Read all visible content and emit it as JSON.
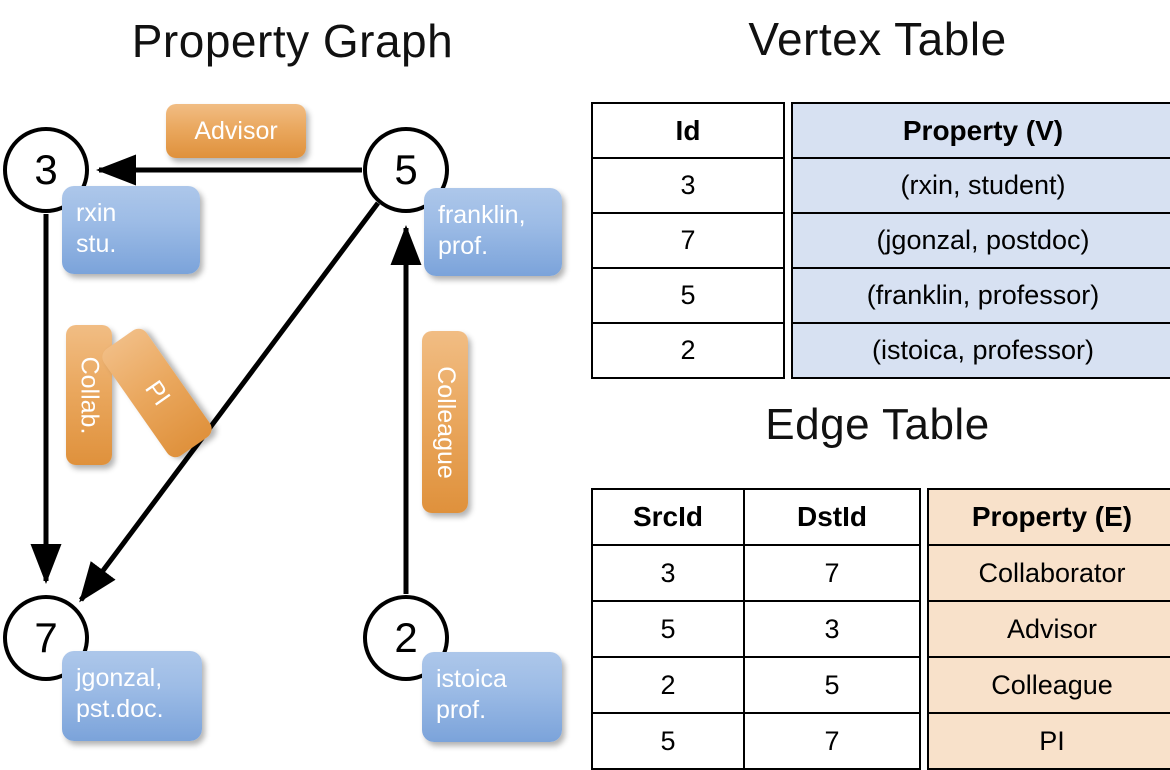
{
  "titles": {
    "property_graph": "Property Graph",
    "vertex_table": "Vertex Table",
    "edge_table": "Edge Table"
  },
  "graph": {
    "nodes": [
      {
        "id": "3",
        "name": "rxin",
        "role": "stu.",
        "label_line1": "rxin",
        "label_line2": "stu."
      },
      {
        "id": "5",
        "name": "franklin",
        "role": "prof.",
        "label_line1": "franklin,",
        "label_line2": "prof."
      },
      {
        "id": "7",
        "name": "jgonzal",
        "role": "pst.doc.",
        "label_line1": "jgonzal,",
        "label_line2": "pst.doc."
      },
      {
        "id": "2",
        "name": "istoica",
        "role": "prof.",
        "label_line1": "istoica",
        "label_line2": "prof."
      }
    ],
    "edge_labels": {
      "advisor": "Advisor",
      "collab": "Collab.",
      "pi": "PI",
      "colleague": "Colleague"
    },
    "edges": [
      {
        "src": "5",
        "dst": "3",
        "label": "Advisor"
      },
      {
        "src": "3",
        "dst": "7",
        "label": "Collab."
      },
      {
        "src": "5",
        "dst": "7",
        "label": "PI"
      },
      {
        "src": "2",
        "dst": "5",
        "label": "Colleague"
      }
    ]
  },
  "vertex_table": {
    "headers": [
      "Id",
      "Property (V)"
    ],
    "rows": [
      {
        "id": "3",
        "property": "(rxin, student)"
      },
      {
        "id": "7",
        "property": "(jgonzal, postdoc)"
      },
      {
        "id": "5",
        "property": "(franklin, professor)"
      },
      {
        "id": "2",
        "property": "(istoica, professor)"
      }
    ]
  },
  "edge_table": {
    "headers": [
      "SrcId",
      "DstId",
      "Property (E)"
    ],
    "rows": [
      {
        "src": "3",
        "dst": "7",
        "property": "Collaborator"
      },
      {
        "src": "5",
        "dst": "3",
        "property": "Advisor"
      },
      {
        "src": "2",
        "dst": "5",
        "property": "Colleague"
      },
      {
        "src": "5",
        "dst": "7",
        "property": "PI"
      }
    ]
  },
  "colors": {
    "node_property_blue": "#9dbce6",
    "edge_label_orange": "#eaa85f",
    "vertex_table_fill": "#d7e1f2",
    "edge_table_fill": "#f8e1ca",
    "stroke": "#000000",
    "background": "#ffffff"
  }
}
